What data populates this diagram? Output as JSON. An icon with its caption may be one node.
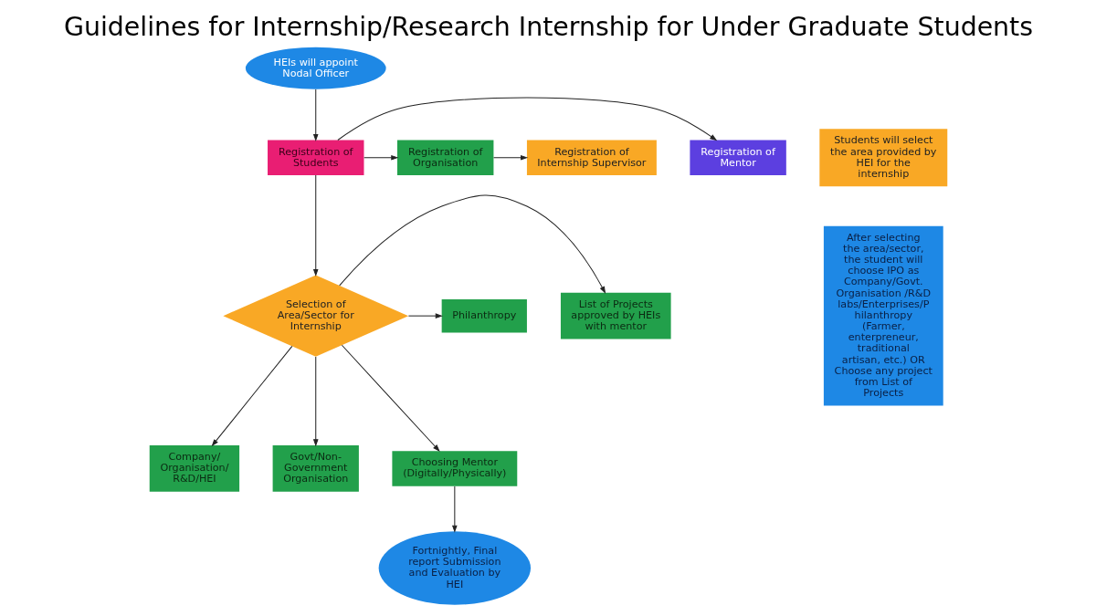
{
  "diagram": {
    "title": "Guidelines for Internship/Research Internship for Under Graduate Students",
    "nodes": [
      {
        "text": [
          "HEIs will appoint Nodal Officer"
        ]
      },
      {
        "text": [
          "Registration of Mentor"
        ]
      },
      {
        "text": [
          "Registration of Students"
        ]
      },
      {
        "text": [
          "Registration of Organisation"
        ]
      },
      {
        "text": [
          "Registration of Internship Supervisor"
        ]
      },
      {
        "text": [
          "Students will select the area provided by HEI for the internship"
        ]
      },
      {
        "text": [
          "After selecting the area/sector, the student will choose IPO as Company/Govt. Organisation /R&D labs/Enterprises/Philanthropy (Farmer, enterpreneur, traditional artisan, etc.) OR Choose any project from List of Projects"
        ]
      },
      {
        "text": [
          "Company/ Organisation/ R&D/HEI"
        ]
      },
      {
        "text": [
          "Govt/Non- Government Organisation"
        ]
      },
      {
        "text": [
          "Selection of Area/Sector for Internship"
        ]
      },
      {
        "text": [
          "List of Projects approved by HEIs with mentor"
        ]
      },
      {
        "text": [
          "Philanthropy"
        ]
      },
      {
        "text": [
          "Choosing Mentor (Digitally/Physically)"
        ]
      },
      {
        "text": [
          "Fortnightly, Final report Submission and Evaluation by HEI"
        ]
      }
    ],
    "edges": [
      {
        "from": 0,
        "to": 2,
        "arrow": "to"
      },
      {
        "from": 2,
        "to": 1,
        "arrow": "to"
      },
      {
        "from": 2,
        "to": 3,
        "arrow": "to"
      },
      {
        "from": 3,
        "to": 4,
        "arrow": "to"
      },
      {
        "from": 2,
        "to": 9,
        "arrow": "to"
      },
      {
        "from": 9,
        "to": 7,
        "arrow": "to"
      },
      {
        "from": 9,
        "to": 8,
        "arrow": "to"
      },
      {
        "from": 9,
        "to": 10,
        "arrow": "to"
      },
      {
        "from": 9,
        "to": 11,
        "arrow": "to"
      },
      {
        "from": 9,
        "to": 12,
        "arrow": "to"
      },
      {
        "from": 12,
        "to": 13,
        "arrow": "to"
      }
    ]
  }
}
